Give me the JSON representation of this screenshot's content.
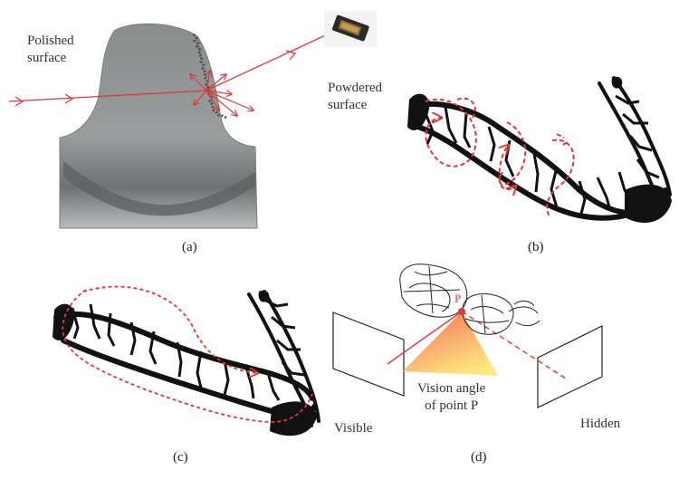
{
  "panel_a": {
    "caption": "(a)",
    "polished_label": "Polished\nsurface",
    "powdered_label": "Powdered\nsurface"
  },
  "panel_b": {
    "caption": "(b)"
  },
  "panel_c": {
    "caption": "(c)"
  },
  "panel_d": {
    "caption": "(d)",
    "point_label": "P",
    "vision_label": "Vision angle\nof point P",
    "visible_label": "Visible",
    "hidden_label": "Hidden"
  },
  "colors": {
    "ray": "#d93a3a",
    "tooth_gray": "#8c8f8f",
    "cone_start": "#f06a5a",
    "cone_end": "#ffe066"
  }
}
